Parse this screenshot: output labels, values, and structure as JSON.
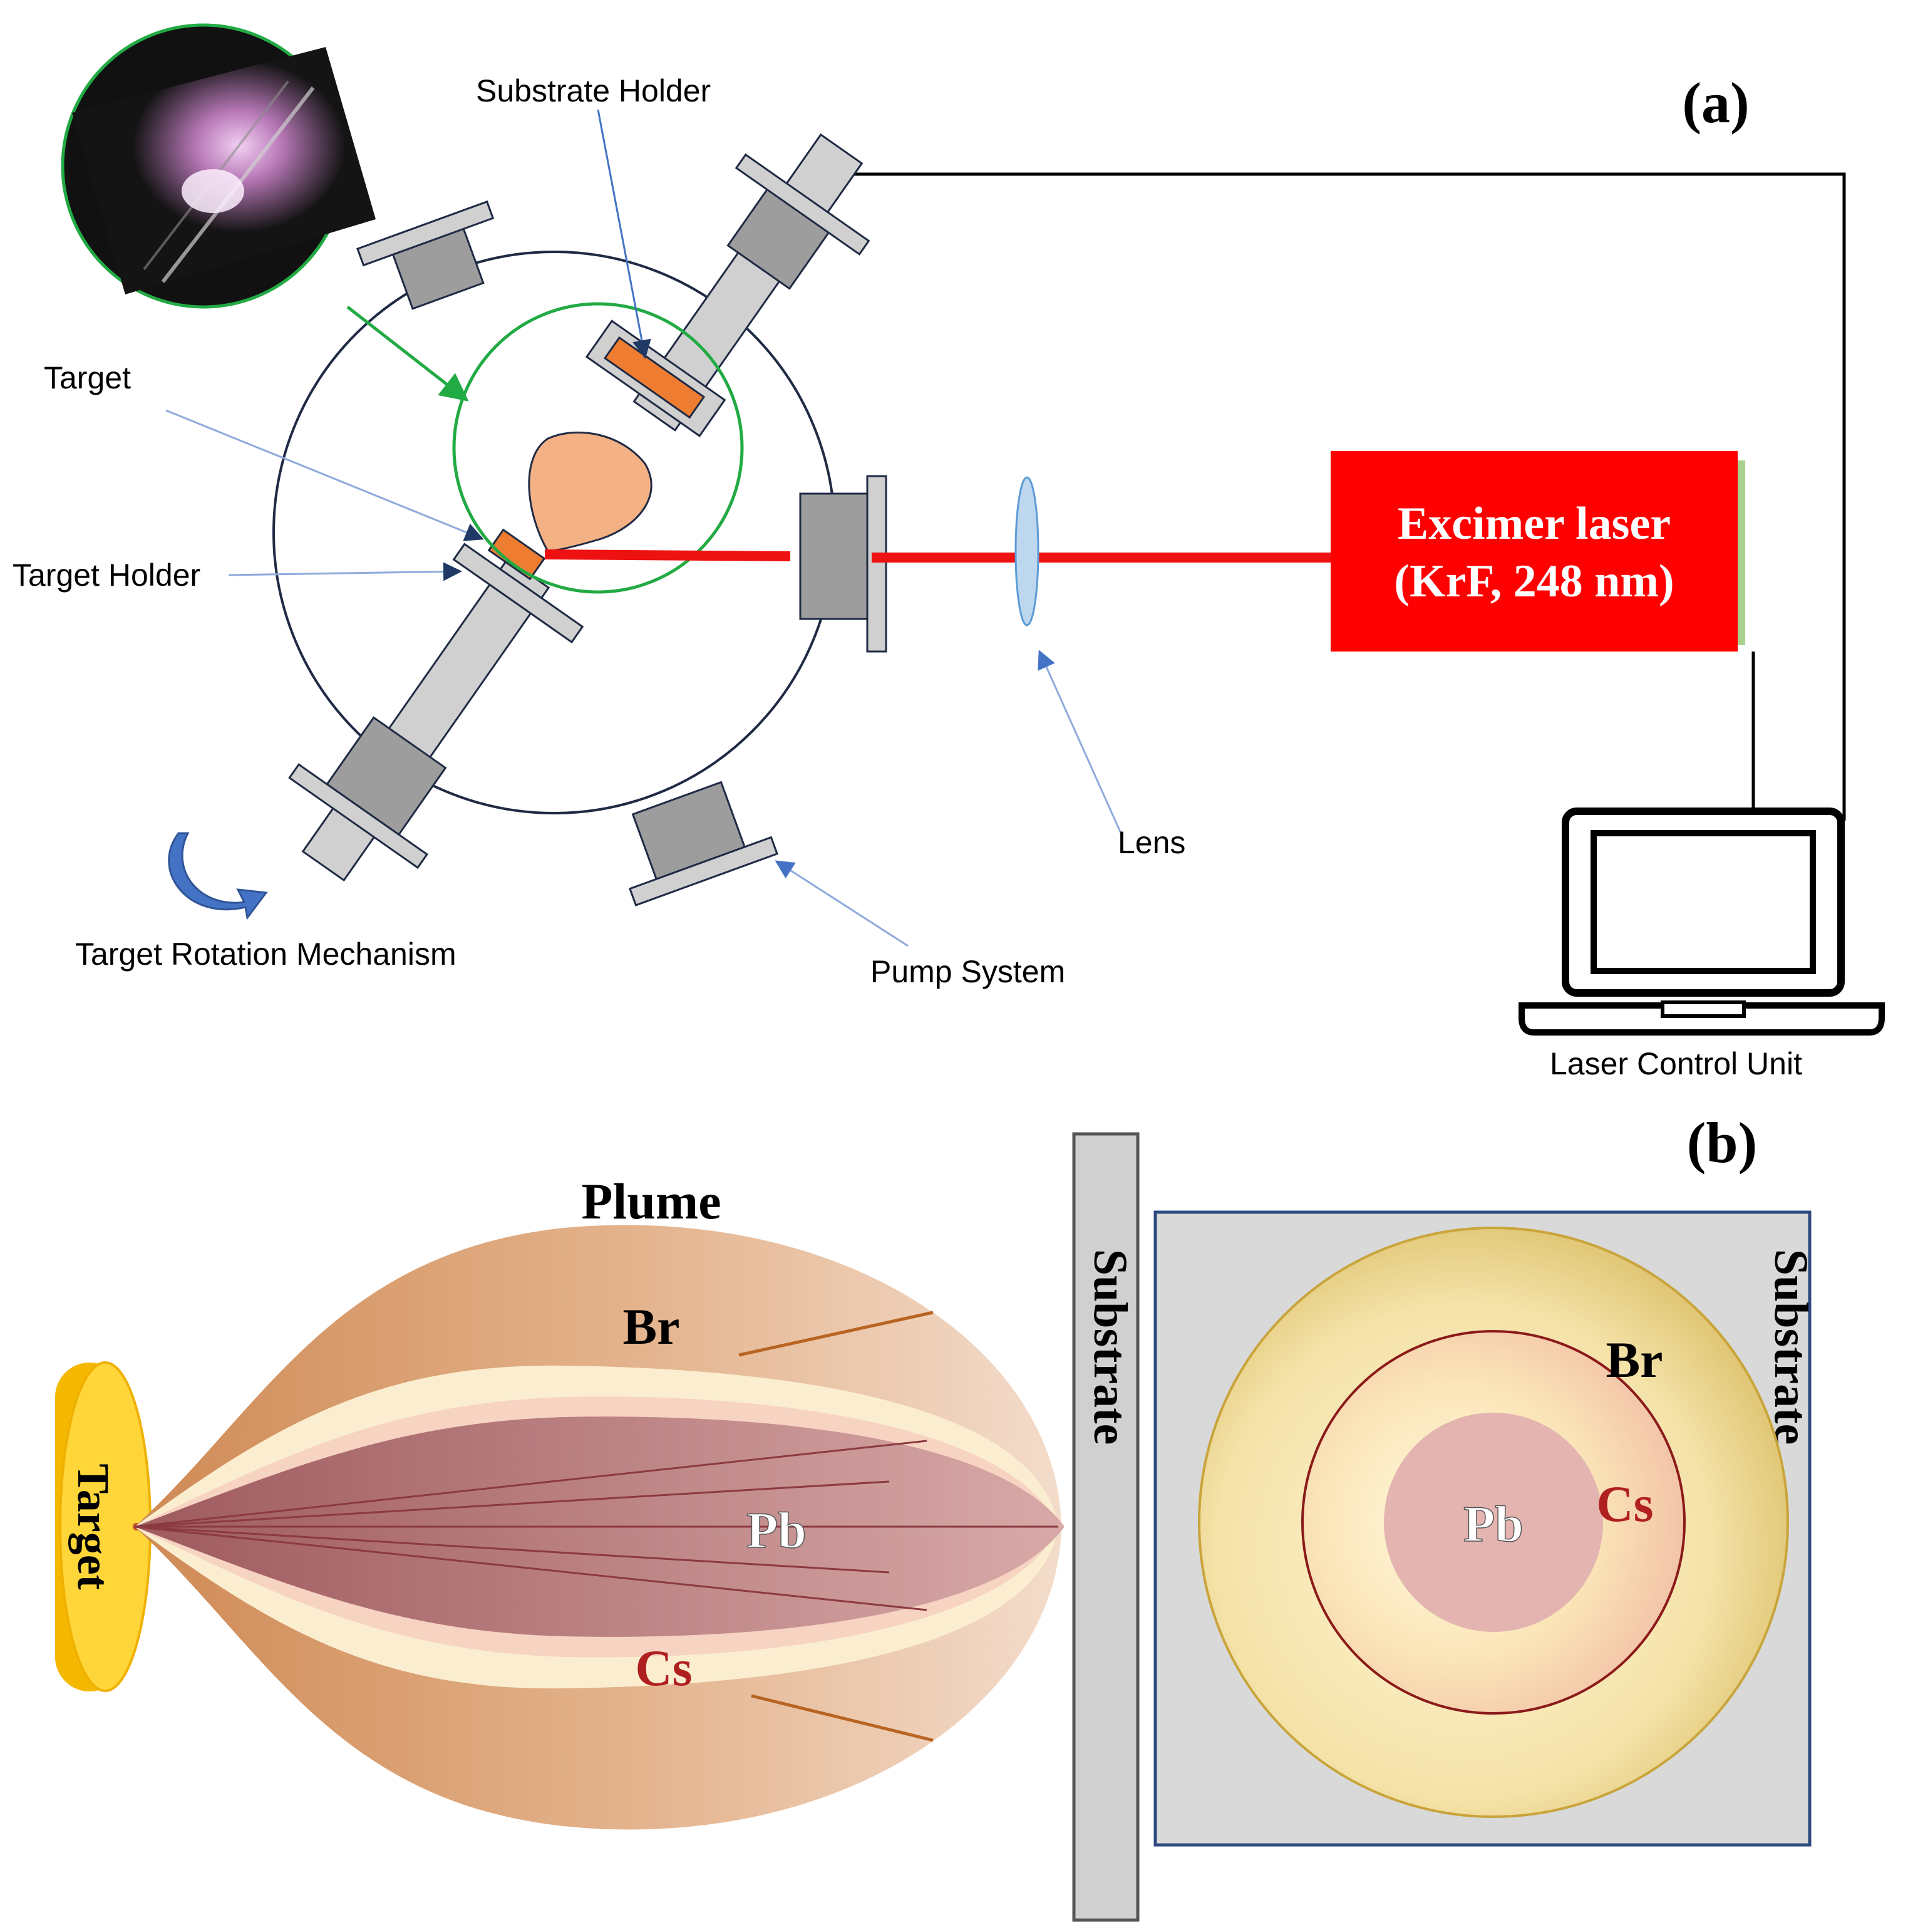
{
  "panel_a": {
    "label": "(a)",
    "substrate_holder": "Substrate Holder",
    "target": "Target",
    "target_holder": "Target Holder",
    "target_rotation": "Target Rotation Mechanism",
    "pump_system": "Pump System",
    "lens": "Lens",
    "laser_line1": "Excimer laser",
    "laser_line2": "(KrF, 248 nm)",
    "control_unit": "Laser Control Unit"
  },
  "panel_b": {
    "label": "(b)",
    "plume": "Plume",
    "br": "Br",
    "pb": "Pb",
    "cs": "Cs",
    "target": "Target",
    "substrate_side": "Substrate",
    "substrate_top": "Substrate",
    "br_top": "Br",
    "cs_top": "Cs",
    "pb_top": "Pb"
  },
  "colors": {
    "laser": "#ff0000",
    "beam": "#ee1111",
    "target_orange": "#ee7d31",
    "plume_peach": "#f4b183",
    "green": "#22aa44",
    "gray": "#a6a6a6",
    "light_gray": "#d0d0d0",
    "lens_blue": "#bdd7ee"
  }
}
